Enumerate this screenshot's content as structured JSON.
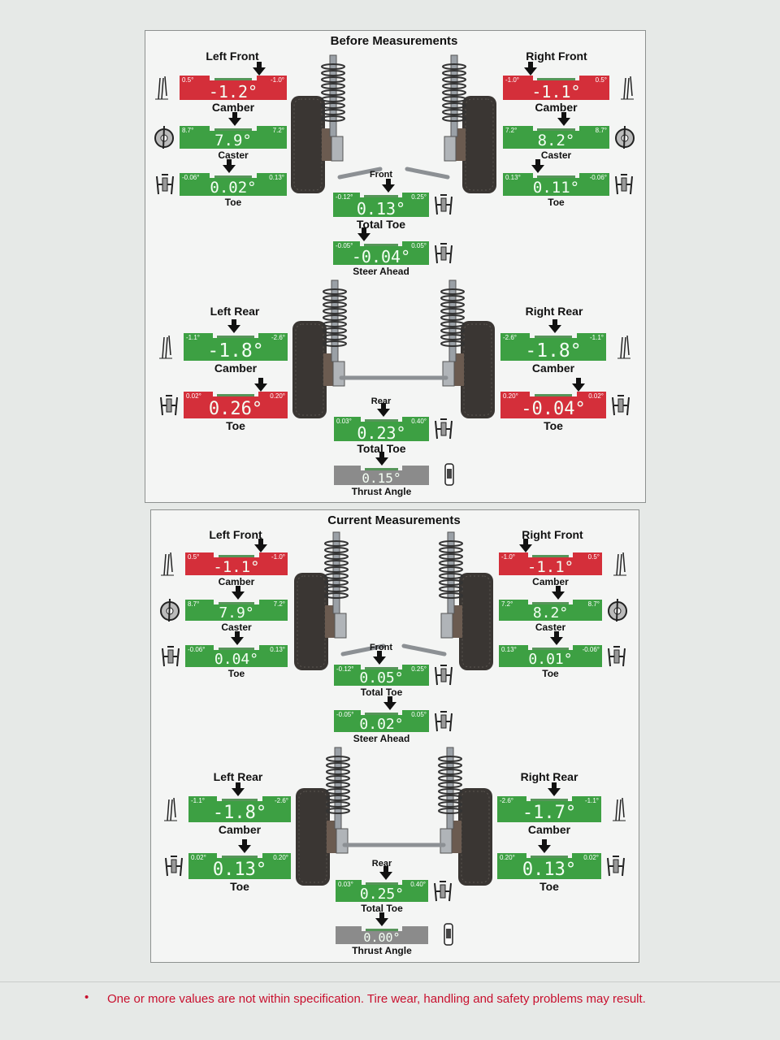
{
  "before": {
    "title": "Before Measurements",
    "left_front_label": "Left Front",
    "right_front_label": "Right Front",
    "left_rear_label": "Left Rear",
    "right_rear_label": "Right Rear",
    "front_label": "Front",
    "rear_label": "Rear",
    "gauges": {
      "lf_camber": {
        "name": "Camber",
        "min": "0.5°",
        "max": "-1.0°",
        "value": "-1.2°",
        "status": "out"
      },
      "lf_caster": {
        "name": "Caster",
        "min": "8.7°",
        "max": "7.2°",
        "value": "7.9°",
        "status": "ok"
      },
      "lf_toe": {
        "name": "Toe",
        "min": "-0.06°",
        "max": "0.13°",
        "value": "0.02°",
        "status": "ok"
      },
      "rf_camber": {
        "name": "Camber",
        "min": "-1.0°",
        "max": "0.5°",
        "value": "-1.1°",
        "status": "out"
      },
      "rf_caster": {
        "name": "Caster",
        "min": "7.2°",
        "max": "8.7°",
        "value": "8.2°",
        "status": "ok"
      },
      "rf_toe": {
        "name": "Toe",
        "min": "0.13°",
        "max": "-0.06°",
        "value": "0.11°",
        "status": "ok"
      },
      "f_total_toe": {
        "name": "Total Toe",
        "min": "-0.12°",
        "max": "0.25°",
        "value": "0.13°",
        "status": "ok"
      },
      "steer_ahead": {
        "name": "Steer Ahead",
        "min": "-0.05°",
        "max": "0.05°",
        "value": "-0.04°",
        "status": "ok"
      },
      "lr_camber": {
        "name": "Camber",
        "min": "-1.1°",
        "max": "-2.6°",
        "value": "-1.8°",
        "status": "ok"
      },
      "lr_toe": {
        "name": "Toe",
        "min": "0.02°",
        "max": "0.20°",
        "value": "0.26°",
        "status": "out"
      },
      "rr_camber": {
        "name": "Camber",
        "min": "-2.6°",
        "max": "-1.1°",
        "value": "-1.8°",
        "status": "ok"
      },
      "rr_toe": {
        "name": "Toe",
        "min": "0.20°",
        "max": "0.02°",
        "value": "-0.04°",
        "status": "out"
      },
      "r_total_toe": {
        "name": "Total Toe",
        "min": "0.03°",
        "max": "0.40°",
        "value": "0.23°",
        "status": "ok"
      },
      "thrust_angle": {
        "name": "Thrust Angle",
        "min": "",
        "max": "",
        "value": "0.15°",
        "status": "none"
      }
    }
  },
  "current": {
    "title": "Current Measurements",
    "left_front_label": "Left Front",
    "right_front_label": "Right Front",
    "left_rear_label": "Left Rear",
    "right_rear_label": "Right Rear",
    "front_label": "Front",
    "rear_label": "Rear",
    "gauges": {
      "lf_camber": {
        "name": "Camber",
        "min": "0.5°",
        "max": "-1.0°",
        "value": "-1.1°",
        "status": "out"
      },
      "lf_caster": {
        "name": "Caster",
        "min": "8.7°",
        "max": "7.2°",
        "value": "7.9°",
        "status": "ok"
      },
      "lf_toe": {
        "name": "Toe",
        "min": "-0.06°",
        "max": "0.13°",
        "value": "0.04°",
        "status": "ok"
      },
      "rf_camber": {
        "name": "Camber",
        "min": "-1.0°",
        "max": "0.5°",
        "value": "-1.1°",
        "status": "out"
      },
      "rf_caster": {
        "name": "Caster",
        "min": "7.2°",
        "max": "8.7°",
        "value": "8.2°",
        "status": "ok"
      },
      "rf_toe": {
        "name": "Toe",
        "min": "0.13°",
        "max": "-0.06°",
        "value": "0.01°",
        "status": "ok"
      },
      "f_total_toe": {
        "name": "Total Toe",
        "min": "-0.12°",
        "max": "0.25°",
        "value": "0.05°",
        "status": "ok"
      },
      "steer_ahead": {
        "name": "Steer Ahead",
        "min": "-0.05°",
        "max": "0.05°",
        "value": "0.02°",
        "status": "ok"
      },
      "lr_camber": {
        "name": "Camber",
        "min": "-1.1°",
        "max": "-2.6°",
        "value": "-1.8°",
        "status": "ok"
      },
      "lr_toe": {
        "name": "Toe",
        "min": "0.02°",
        "max": "0.20°",
        "value": "0.13°",
        "status": "ok"
      },
      "rr_camber": {
        "name": "Camber",
        "min": "-2.6°",
        "max": "-1.1°",
        "value": "-1.7°",
        "status": "ok"
      },
      "rr_toe": {
        "name": "Toe",
        "min": "0.20°",
        "max": "0.02°",
        "value": "0.13°",
        "status": "ok"
      },
      "r_total_toe": {
        "name": "Total Toe",
        "min": "0.03°",
        "max": "0.40°",
        "value": "0.25°",
        "status": "ok"
      },
      "thrust_angle": {
        "name": "Thrust Angle",
        "min": "",
        "max": "",
        "value": "0.00°",
        "status": "none"
      }
    }
  },
  "colors": {
    "out": "#d42f3a",
    "ok": "#3da043",
    "none": "#8b8b8b"
  },
  "footer": {
    "bullet": "•",
    "warning": "One or more values are not within specification.  Tire wear, handling and safety problems may result."
  }
}
